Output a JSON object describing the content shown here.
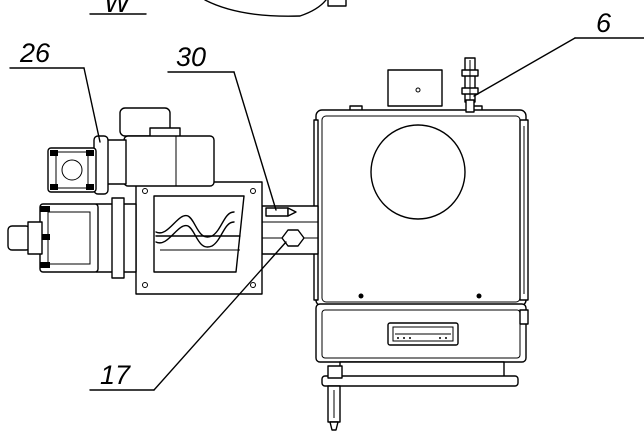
{
  "callouts": [
    {
      "id": "w",
      "label": "W"
    },
    {
      "id": "26",
      "label": "26"
    },
    {
      "id": "30",
      "label": "30"
    },
    {
      "id": "6",
      "label": "6"
    },
    {
      "id": "17",
      "label": "17"
    }
  ]
}
